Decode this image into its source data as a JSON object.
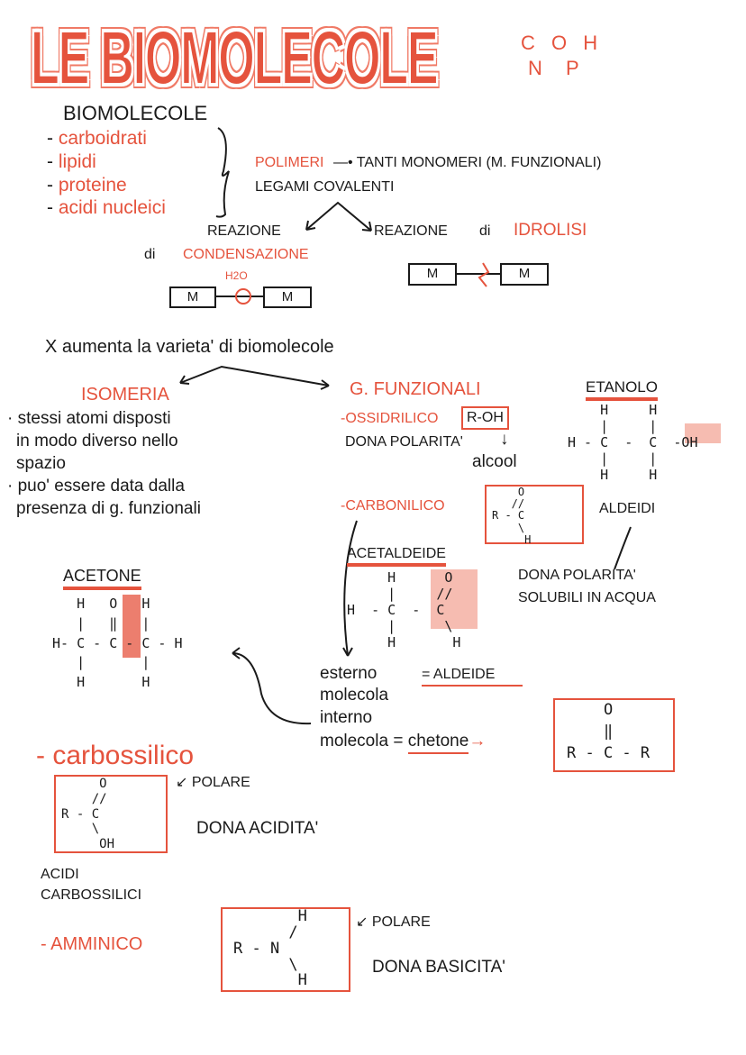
{
  "title": "LE BIOMOLECOLE",
  "elements_line1": "C O H",
  "elements_line2": "N P",
  "biomolecole": {
    "heading": "BIOMOLECOLE",
    "items": [
      "carboidrati",
      "lipidi",
      "proteine",
      "acidi nucleici"
    ],
    "polimeri": "POLIMERI",
    "polimeri_desc": "—• TANTI MONOMERI (M. FUNZIONALI)",
    "legami": "LEGAMI COVALENTI"
  },
  "condensazione": {
    "line1": "REAZIONE",
    "di": "di",
    "name": "CONDENSAZIONE",
    "water": "H2O",
    "monomer": "M"
  },
  "idrolisi": {
    "line1": "REAZIONE",
    "di": "di",
    "name": "IDROLISI",
    "monomer": "M"
  },
  "varieta": "X aumenta la varieta' di biomolecole",
  "isomeria": {
    "title": "ISOMERIA",
    "lines": [
      "· stessi atomi disposti",
      "in modo diverso nello",
      "spazio",
      "· puo' essere data dalla",
      "presenza di g. funzionali"
    ]
  },
  "gruppi": {
    "title": "G. FUNZIONALI",
    "ossidrilico": "-OSSIDRILICO",
    "ossidrilico_formula": "R-OH",
    "dona_polarita": "DONA POLARITA'",
    "arrow": "↓",
    "alcool": "alcool",
    "carbonilico": "-CARBONILICO",
    "carbonilico_formula": "    O\n   //\nR - C\n    \\\n     H",
    "aldeidi": "ALDEIDI",
    "dona_polarita_2": "DONA POLARITA'",
    "solubili": "SOLUBILI IN ACQUA"
  },
  "etanolo": {
    "title": "ETANOLO",
    "structure": "    H     H\n    |     |\nH - C  -  C  -OH\n    |     |\n    H     H"
  },
  "acetaldeide": {
    "title": "ACETALDEIDE",
    "structure": "     H      O\n     |     //\nH  - C  -  C\n     |      \\\n     H       H"
  },
  "acetone": {
    "title": "ACETONE",
    "structure": "   H   O   H\n   |   ‖   |\nH- C - C - C - H\n   |       |\n   H       H"
  },
  "posizione": {
    "esterno": "esterno",
    "aldeide": "= ALDEIDE",
    "molecola1": "molecola",
    "interno": "interno",
    "molecola2": "molecola = ",
    "chetone": "chetone",
    "arrow": "→",
    "chetone_formula": "    O\n    ‖\nR - C - R"
  },
  "carbossilico": {
    "title": "- carbossilico",
    "formula": "     O\n    //\nR - C\n    \\\n     OH",
    "polare": "↙ POLARE",
    "dona": "DONA ACIDITA'",
    "acidi1": "ACIDI",
    "acidi2": "CARBOSSILICI"
  },
  "amminico": {
    "title": "- AMMINICO",
    "formula": "       H\n      /\nR - N\n      \\\n       H",
    "polare": "↙ POLARE",
    "dona": "DONA BASICITA'"
  }
}
